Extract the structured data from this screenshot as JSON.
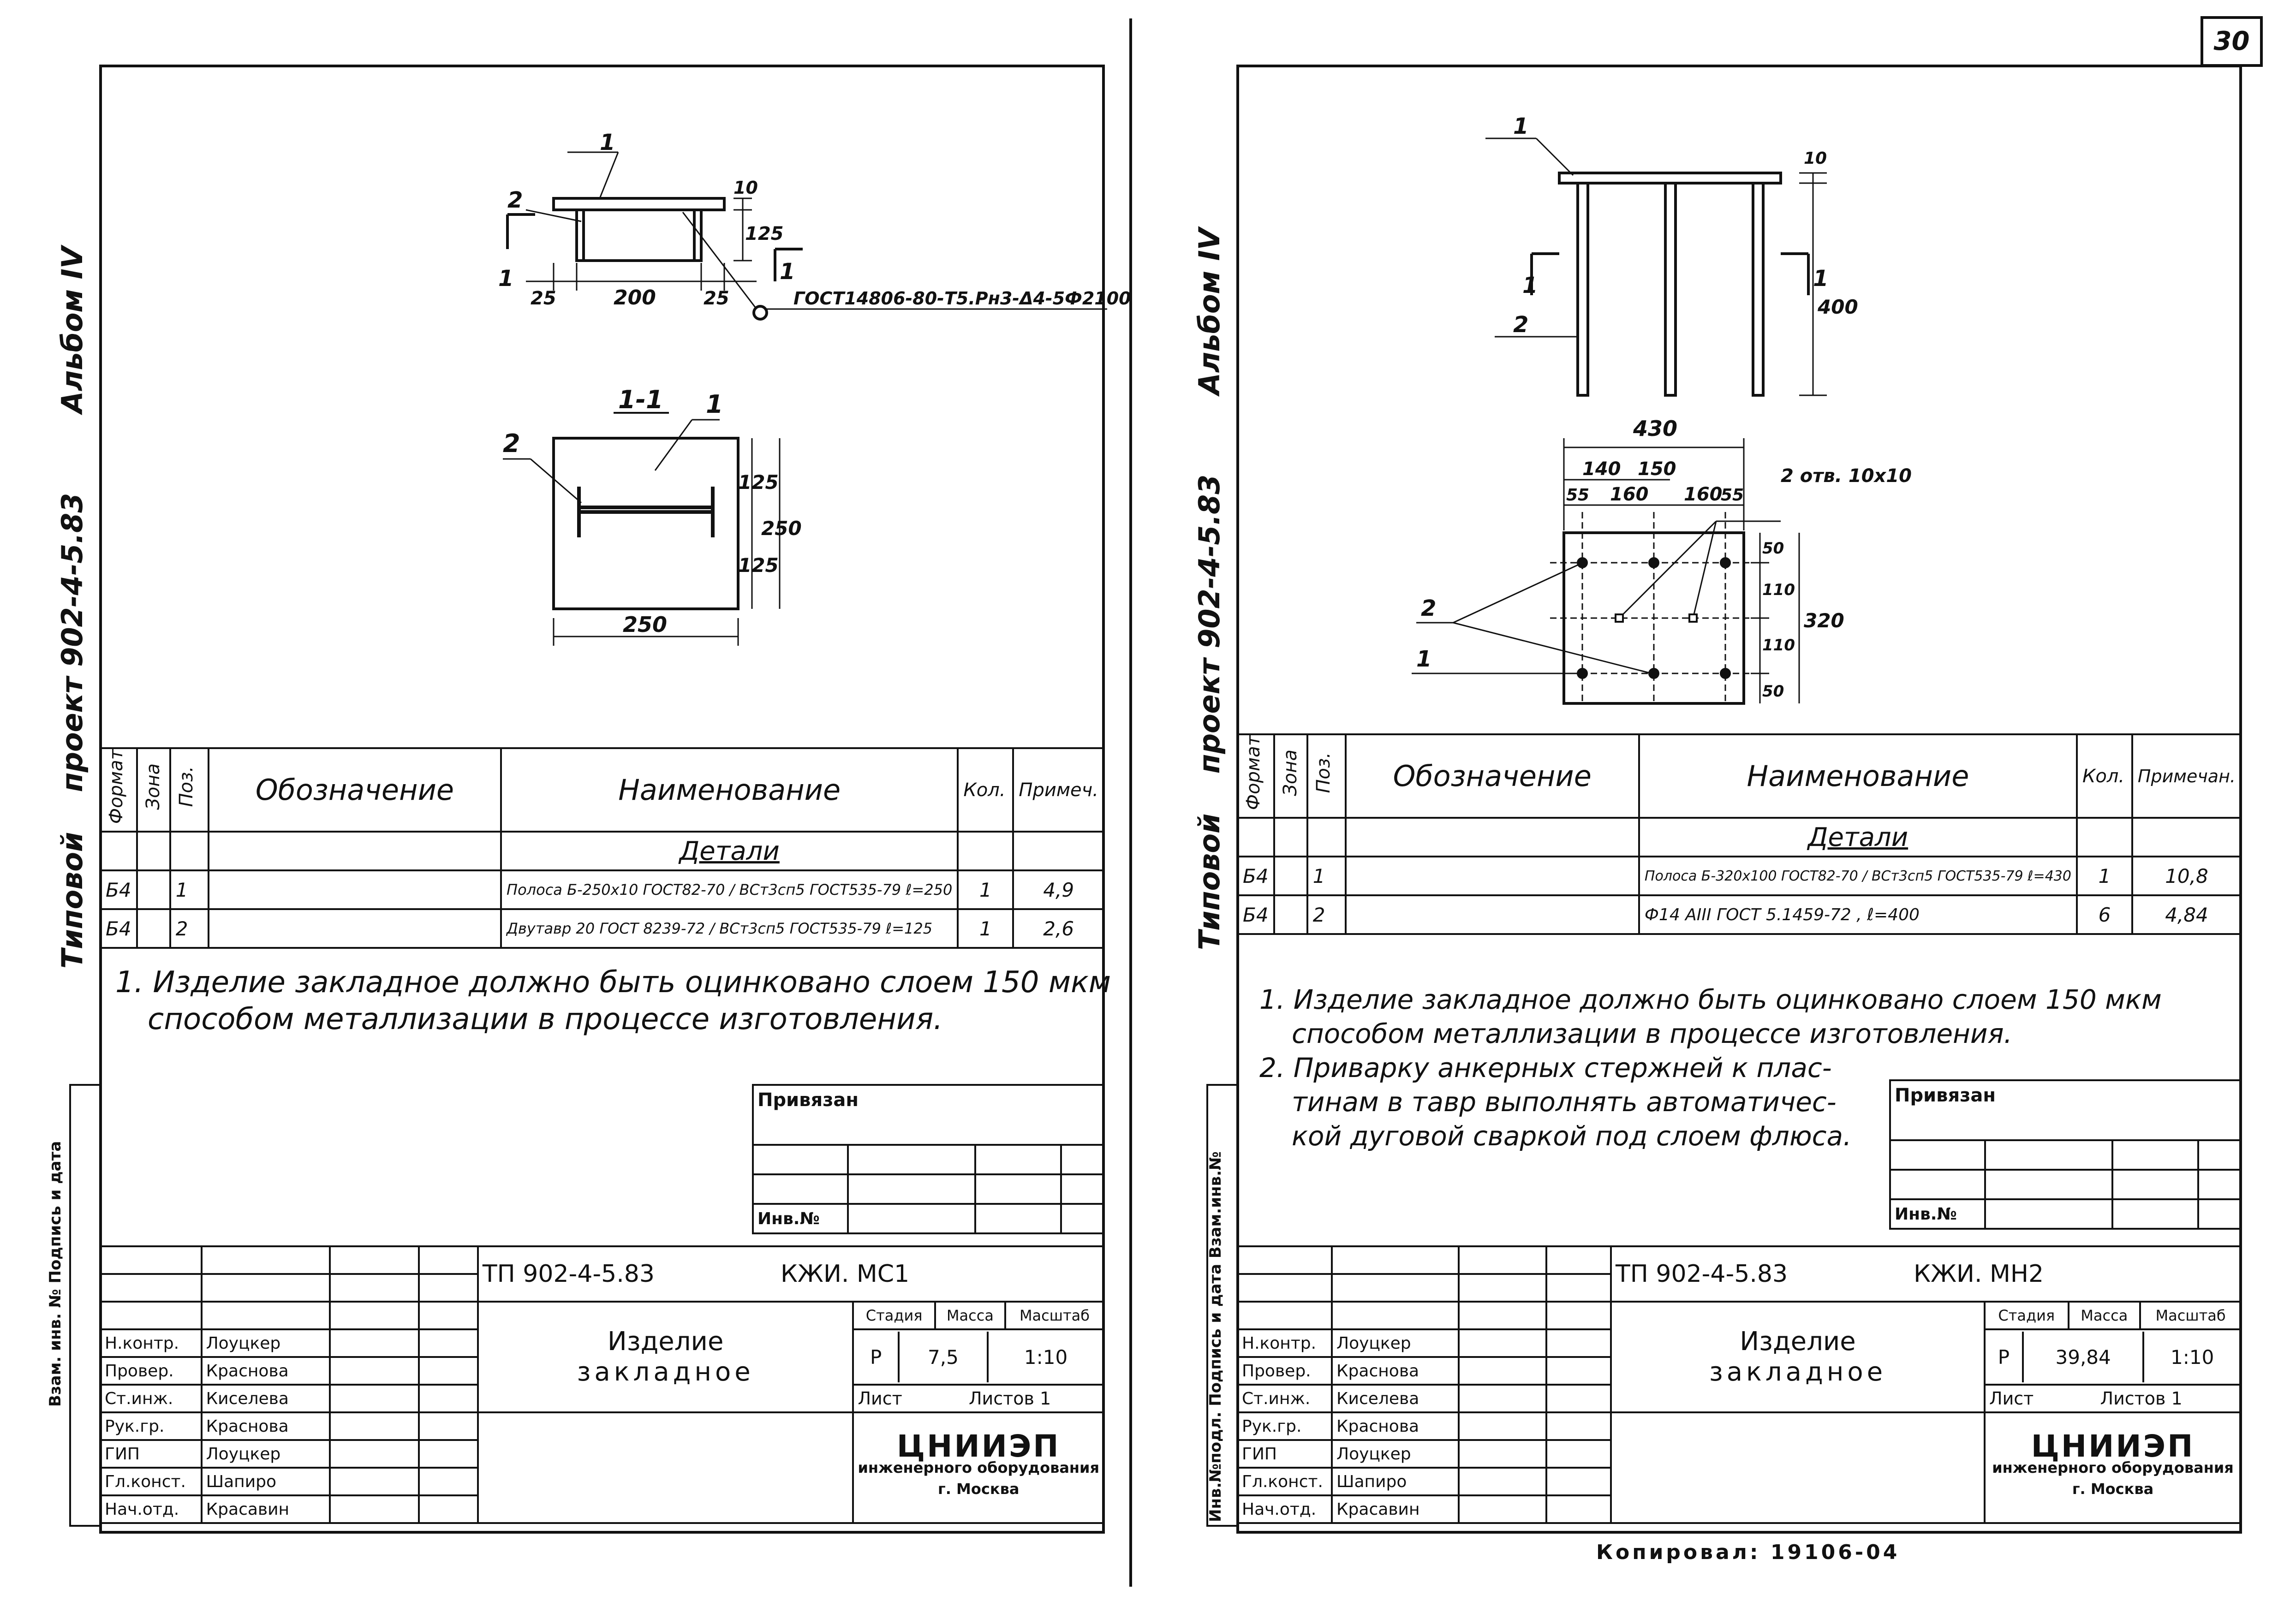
{
  "sheet_number": "30",
  "left": {
    "side_title": {
      "series": "Типовой",
      "project": "проект 902-4-5.83",
      "album": "Альбом IV"
    },
    "side_stamp": "Взам. инв. №  Подпись и дата",
    "plan": {
      "labels": {
        "pos1": "1",
        "pos2": "2",
        "thick": "10",
        "height": "125",
        "d25a": "25",
        "d200": "200",
        "d25b": "25",
        "cut_l": "1",
        "cut_r": "1",
        "weld": "ГОСТ14806-80-Т5.Рн3-Δ4-5Ф2100"
      }
    },
    "section": {
      "title": "1-1",
      "labels": {
        "pos1": "1",
        "pos2": "2",
        "d125a": "125",
        "d125b": "125",
        "d250v": "250",
        "d250h": "250"
      }
    },
    "spec": {
      "headers": {
        "format": "Формат",
        "zone": "Зона",
        "pos": "Поз.",
        "designation": "Обозначение",
        "name": "Наименование",
        "qty": "Кол.",
        "note": "Примеч."
      },
      "section_title": "Детали",
      "rows": [
        {
          "format": "Б4",
          "pos": "1",
          "name": "Полоса Б-250х10 ГОСТ82-70 / ВСт3сп5 ГОСТ535-79  ℓ=250",
          "qty": "1",
          "note": "4,9"
        },
        {
          "format": "Б4",
          "pos": "2",
          "name": "Двутавр 20 ГОСТ 8239-72 / ВСт3сп5 ГОСТ535-79  ℓ=125",
          "qty": "1",
          "note": "2,6"
        }
      ]
    },
    "notes": [
      "1. Изделие закладное должно быть оцинковано слоем 150 мкм",
      "способом металлизации в процессе изготовления."
    ],
    "binding": {
      "label": "Привязан",
      "inv": "Инв.№"
    },
    "title_block": {
      "code": "ТП 902-4-5.83",
      "mark": "КЖИ. МС1",
      "title_line1": "Изделие",
      "title_line2": "закладное",
      "stage_h": "Стадия",
      "mass_h": "Масса",
      "scale_h": "Масштаб",
      "stage": "Р",
      "mass": "7,5",
      "scale": "1:10",
      "sheet_h": "Лист",
      "sheets_h": "Листов 1",
      "org_logo": "ЦНИИЭП",
      "org_line1": "инженерного оборудования",
      "org_line2": "г. Москва",
      "people": [
        {
          "role": "Н.контр.",
          "name": "Лоуцкер"
        },
        {
          "role": "Провер.",
          "name": "Краснова"
        },
        {
          "role": "Ст.инж.",
          "name": "Киселева"
        },
        {
          "role": "Рук.гр.",
          "name": "Краснова"
        },
        {
          "role": "ГИП",
          "name": "Лоуцкер"
        },
        {
          "role": "Гл.конст.",
          "name": "Шапиро"
        },
        {
          "role": "Нач.отд.",
          "name": "Красавин"
        }
      ]
    }
  },
  "right": {
    "side_title": {
      "series": "Типовой",
      "project": "проект 902-4-5.83",
      "album": "Альбом IV"
    },
    "side_stamp": "Инв.№подл.  Подпись и дата  Взам.инв.№",
    "elevation": {
      "labels": {
        "pos1": "1",
        "pos2": "2",
        "thick": "10",
        "height": "400",
        "cut_l": "1",
        "cut_r": "1"
      }
    },
    "plan": {
      "labels": {
        "w430": "430",
        "d140": "140",
        "d150": "150",
        "d55a": "55",
        "d160a": "160",
        "d160b": "160",
        "d55b": "55",
        "holes": "2 отв. 10х10",
        "v50a": "50",
        "v110a": "110",
        "v110b": "110",
        "v50b": "50",
        "v320": "320",
        "pos2": "2",
        "pos1": "1"
      }
    },
    "spec": {
      "headers": {
        "format": "Формат",
        "zone": "Зона",
        "pos": "Поз.",
        "designation": "Обозначение",
        "name": "Наименование",
        "qty": "Кол.",
        "note": "Примечан."
      },
      "section_title": "Детали",
      "rows": [
        {
          "format": "Б4",
          "pos": "1",
          "name": "Полоса Б-320х100 ГОСТ82-70 / ВСт3сп5 ГОСТ535-79  ℓ=430",
          "qty": "1",
          "note": "10,8"
        },
        {
          "format": "Б4",
          "pos": "2",
          "name": "Ф14 АIII ГОСТ 5.1459-72 , ℓ=400",
          "qty": "6",
          "note": "4,84"
        }
      ]
    },
    "notes": [
      "1. Изделие закладное должно быть оцинковано слоем 150 мкм",
      "способом металлизации в процессе изготовления.",
      "2. Приварку анкерных стержней к плас-",
      "тинам в тавр выполнять автоматичес-",
      "кой дуговой сваркой под слоем флюса."
    ],
    "binding": {
      "label": "Привязан",
      "inv": "Инв.№"
    },
    "title_block": {
      "code": "ТП 902-4-5.83",
      "mark": "КЖИ. МН2",
      "title_line1": "Изделие",
      "title_line2": "закладное",
      "stage_h": "Стадия",
      "mass_h": "Масса",
      "scale_h": "Масштаб",
      "stage": "Р",
      "mass": "39,84",
      "scale": "1:10",
      "sheet_h": "Лист",
      "sheets_h": "Листов 1",
      "org_logo": "ЦНИИЭП",
      "org_line1": "инженерного оборудования",
      "org_line2": "г. Москва",
      "people": [
        {
          "role": "Н.контр.",
          "name": "Лоуцкер"
        },
        {
          "role": "Провер.",
          "name": "Краснова"
        },
        {
          "role": "Ст.инж.",
          "name": "Киселева"
        },
        {
          "role": "Рук.гр.",
          "name": "Краснова"
        },
        {
          "role": "ГИП",
          "name": "Лоуцкер"
        },
        {
          "role": "Гл.конст.",
          "name": "Шапиро"
        },
        {
          "role": "Нач.отд.",
          "name": "Красавин"
        }
      ]
    },
    "bottom_text": "Копировал: 19106-04"
  }
}
